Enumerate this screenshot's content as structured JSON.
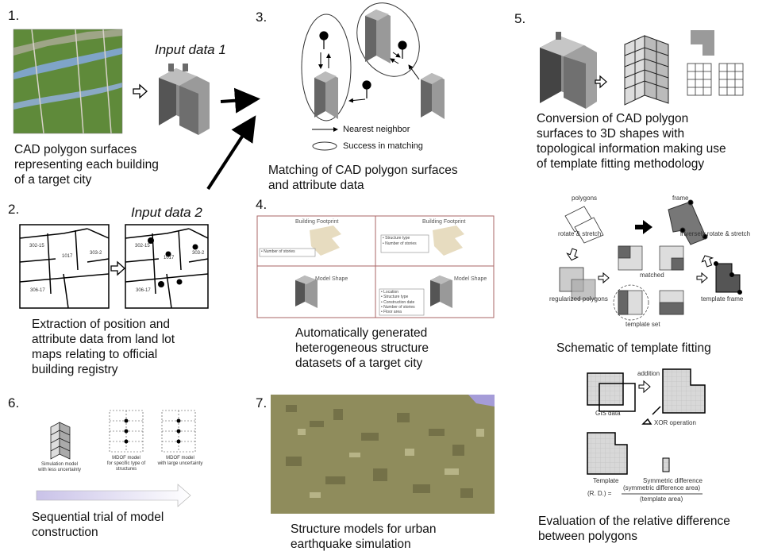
{
  "s1": {
    "num": "1.",
    "input_label": "Input data 1",
    "caption": [
      "CAD polygon surfaces",
      "representing each building",
      "of a target city"
    ]
  },
  "s2": {
    "num": "2.",
    "input_label": "Input data 2",
    "caption": [
      "Extraction of position and",
      "attribute data from land lot",
      "maps relating to official",
      "building registry"
    ],
    "lot_labels": [
      "302-15",
      "1017",
      "306-17",
      "303-2"
    ]
  },
  "s3": {
    "num": "3.",
    "legend_nn": "Nearest neighbor",
    "legend_match": "Success in matching",
    "caption": [
      "Matching of CAD polygon surfaces",
      "and attribute data"
    ]
  },
  "s4": {
    "num": "4.",
    "footprint": "Building Footprint",
    "model_shape": "Model Shape",
    "attrs_left": [
      "• Number of stories"
    ],
    "attrs_right": [
      "• Structure type",
      "• Number of stories"
    ],
    "attrs_bottom": [
      "• Location",
      "• Structure type",
      "• Construction date",
      "• Number of stories",
      "• Floor area"
    ],
    "caption": [
      "Automatically generated",
      "heterogeneous structure",
      "datasets of a target city"
    ]
  },
  "s5": {
    "num": "5.",
    "caption": [
      "Conversion of CAD polygon",
      "surfaces to 3D shapes with",
      "topological information making use",
      "of template fitting methodology"
    ],
    "schematic": {
      "polygons": "polygons",
      "frame": "frame",
      "rotate": "rotate & stretch",
      "inverse": "inversely rotate & stretch",
      "regularized": "regularized polygons",
      "matched": "matched",
      "template_set": "template set",
      "template_frame": "template frame",
      "title": "Schematic of template fitting"
    },
    "eval": {
      "addition": "addition",
      "gis": "GIS data",
      "xor": "XOR operation",
      "template": "Template",
      "symdiff": "Symmetric difference",
      "formula_lhs": "(R. D.) =",
      "numerator": "(symmetric difference area)",
      "denominator": "(template area)",
      "caption": [
        "Evaluation of the relative difference",
        "between polygons"
      ]
    }
  },
  "s6": {
    "num": "6.",
    "model_a": [
      "Simulation model",
      "with less uncertainty"
    ],
    "model_b": [
      "MDOF model",
      "for specific type of",
      "structures"
    ],
    "model_c": [
      "MDOF model",
      "with large uncertainty"
    ],
    "caption": [
      "Sequential trial of model",
      "construction"
    ]
  },
  "s7": {
    "num": "7.",
    "caption": [
      "Structure models for urban",
      "earthquake simulation"
    ]
  }
}
